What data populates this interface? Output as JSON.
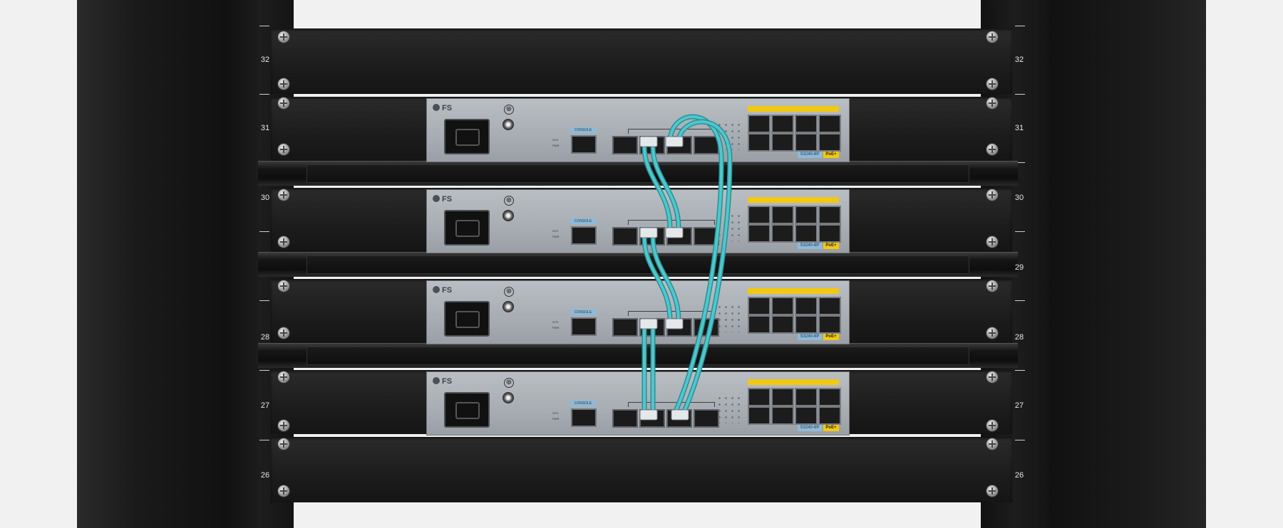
{
  "rack": {
    "unit_labels_left": [
      "32",
      "31",
      "30",
      "28",
      "27",
      "26"
    ],
    "unit_labels_right": [
      "32",
      "31",
      "30",
      "29",
      "28",
      "27",
      "26"
    ]
  },
  "switches": [
    {
      "brand": "FS",
      "console_label": "CONSOLE",
      "model": "S3240-8P",
      "poe_label": "PoE+"
    },
    {
      "brand": "FS",
      "console_label": "CONSOLE",
      "model": "S3240-8P",
      "poe_label": "PoE+"
    },
    {
      "brand": "FS",
      "console_label": "CONSOLE",
      "model": "S3240-8P",
      "poe_label": "PoE+"
    },
    {
      "brand": "FS",
      "console_label": "CONSOLE",
      "model": "S3240-8P",
      "poe_label": "PoE+"
    }
  ],
  "colors": {
    "fiber": "#4fc7cc",
    "fiber_edge": "#2a8f95",
    "rack": "#1a1a1a",
    "switch_face": "#aeb3b8",
    "accent_yellow": "#f2c811",
    "label_blue": "#8fb9d8"
  }
}
